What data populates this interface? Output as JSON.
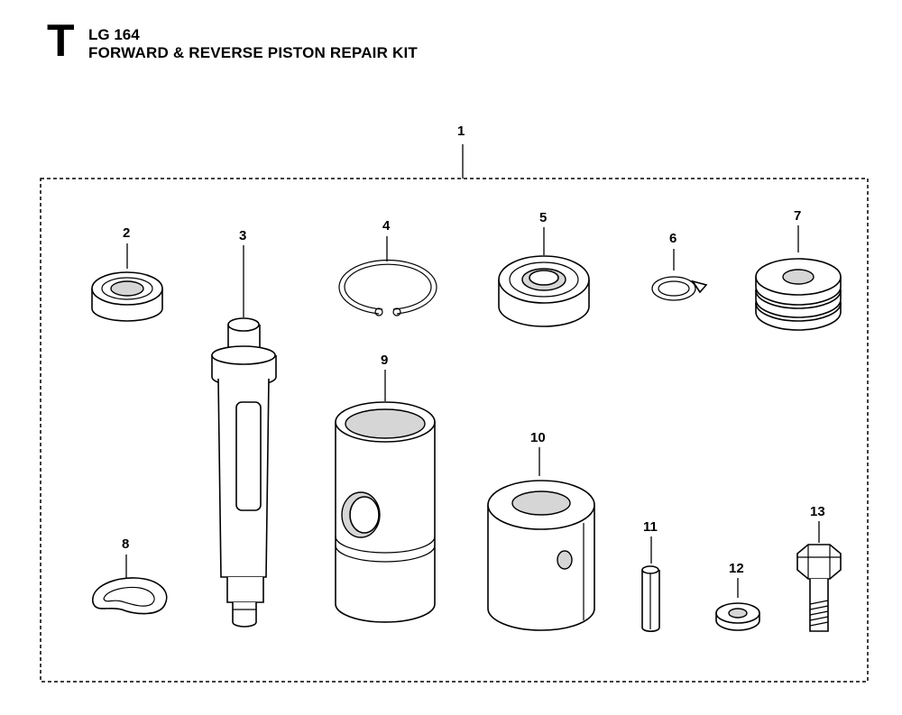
{
  "header": {
    "section_letter": "T",
    "model": "LG 164",
    "title": "FORWARD & REVERSE PISTON REPAIR KIT"
  },
  "callouts": {
    "kit": "1",
    "bearing_small": "2",
    "shaft": "3",
    "retaining_ring": "4",
    "bearing_large": "5",
    "clip": "6",
    "thrust_washer": "7",
    "spring_washer": "8",
    "piston": "9",
    "sleeve": "10",
    "roll_pin": "11",
    "washer": "12",
    "bolt": "13"
  }
}
